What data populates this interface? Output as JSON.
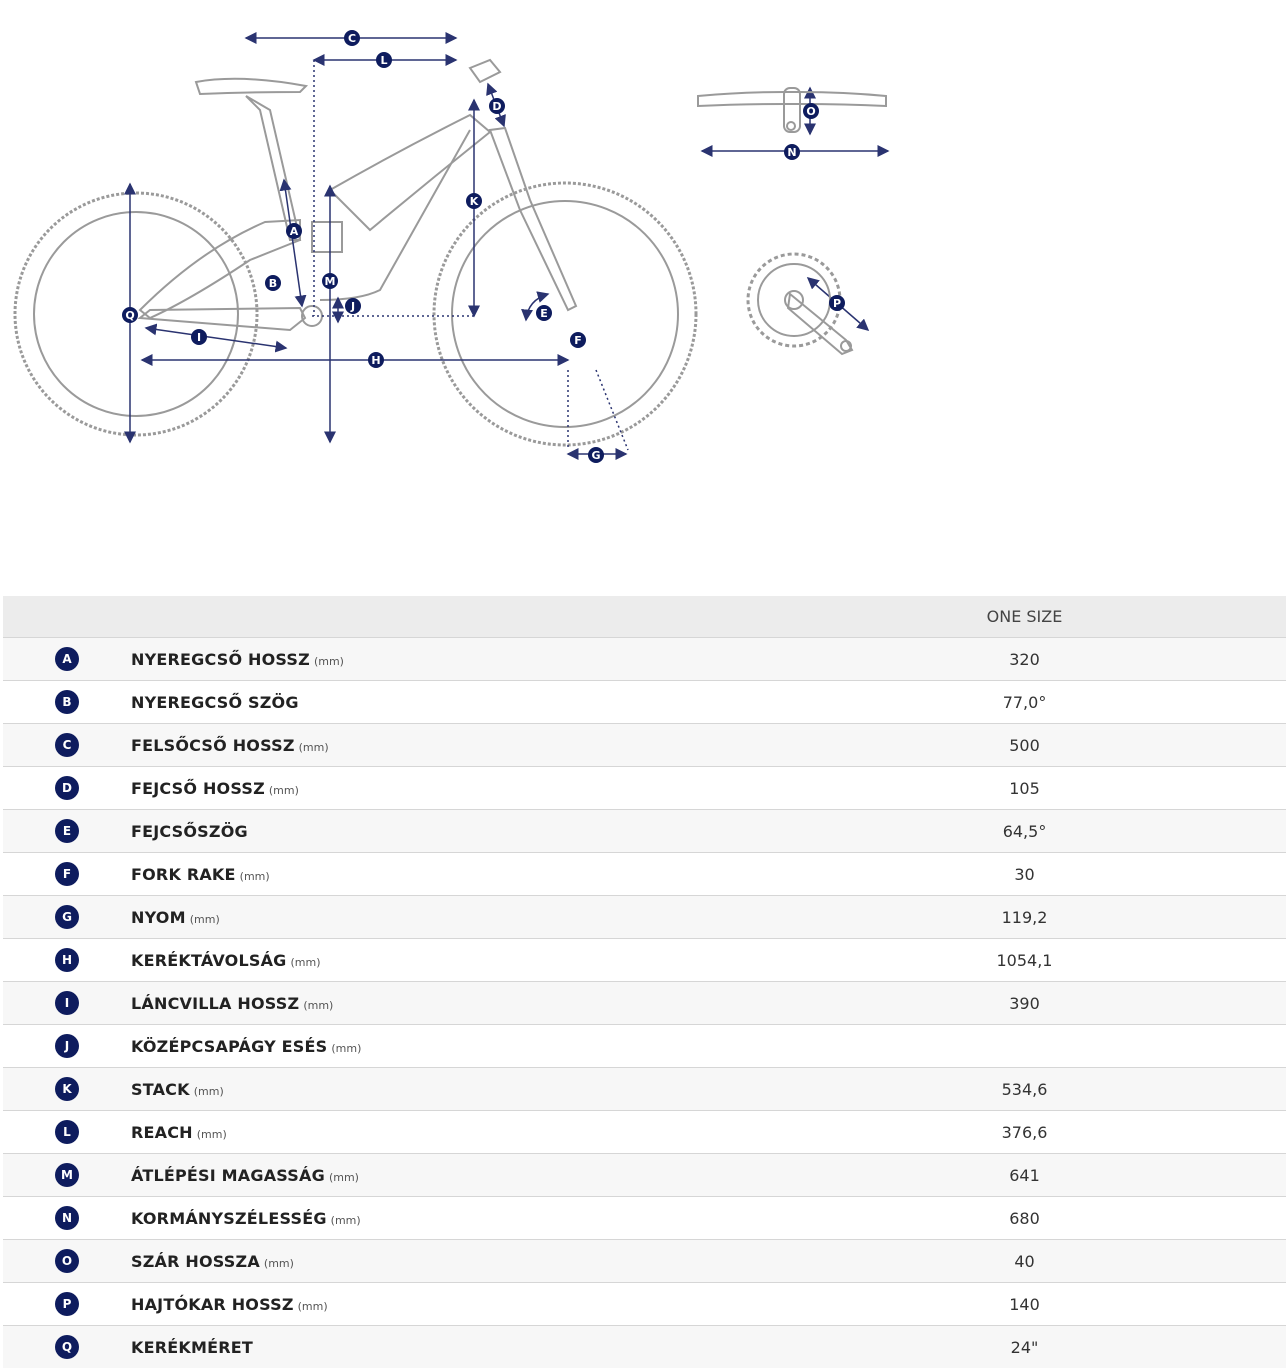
{
  "table": {
    "header": "ONE SIZE",
    "rows": [
      {
        "key": "A",
        "label": "NYEREGCSŐ HOSSZ",
        "unit": "(mm)",
        "value": "320"
      },
      {
        "key": "B",
        "label": "NYEREGCSŐ SZÖG",
        "unit": "",
        "value": "77,0°"
      },
      {
        "key": "C",
        "label": "FELSŐCSŐ HOSSZ",
        "unit": "(mm)",
        "value": "500"
      },
      {
        "key": "D",
        "label": "FEJCSŐ HOSSZ",
        "unit": "(mm)",
        "value": "105"
      },
      {
        "key": "E",
        "label": "FEJCSŐSZÖG",
        "unit": "",
        "value": "64,5°"
      },
      {
        "key": "F",
        "label": "FORK RAKE",
        "unit": "(mm)",
        "value": "30"
      },
      {
        "key": "G",
        "label": "NYOM",
        "unit": "(mm)",
        "value": "119,2"
      },
      {
        "key": "H",
        "label": "KERÉKTÁVOLSÁG",
        "unit": "(mm)",
        "value": "1054,1"
      },
      {
        "key": "I",
        "label": "LÁNCVILLA HOSSZ",
        "unit": "(mm)",
        "value": "390"
      },
      {
        "key": "J",
        "label": "KÖZÉPCSAPÁGY ESÉS",
        "unit": "(mm)",
        "value": ""
      },
      {
        "key": "K",
        "label": "STACK",
        "unit": "(mm)",
        "value": "534,6"
      },
      {
        "key": "L",
        "label": "REACH",
        "unit": "(mm)",
        "value": "376,6"
      },
      {
        "key": "M",
        "label": "ÁTLÉPÉSI MAGASSÁG",
        "unit": "(mm)",
        "value": "641"
      },
      {
        "key": "N",
        "label": "KORMÁNYSZÉLESSÉG",
        "unit": "(mm)",
        "value": "680"
      },
      {
        "key": "O",
        "label": "SZÁR HOSSZA",
        "unit": "(mm)",
        "value": "40"
      },
      {
        "key": "P",
        "label": "HAJTÓKAR HOSSZ",
        "unit": "(mm)",
        "value": "140"
      },
      {
        "key": "Q",
        "label": "KERÉKMÉRET",
        "unit": "",
        "value": "24\""
      }
    ]
  },
  "colors": {
    "accent": "#0e1c5e",
    "line": "#2a3370",
    "frame": "#9a9a9a"
  },
  "icons": {
    "diagram": "bike-geometry-diagram"
  }
}
